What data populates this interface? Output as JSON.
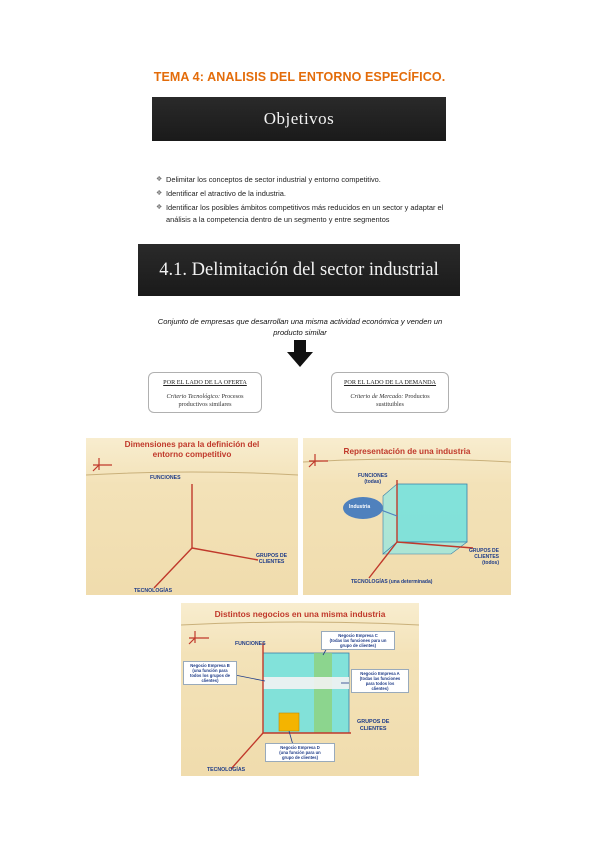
{
  "header": {
    "title": "TEMA 4: ANALISIS DEL ENTORNO ESPECÍFICO."
  },
  "objetivos": {
    "title": "Objetivos",
    "bullets": [
      "Delimitar los conceptos de sector industrial y entorno competitivo.",
      "Identificar el atractivo de la industria.",
      "Identificar los posibles ámbitos competitivos más reducidos en un sector y adaptar el análisis a la competencia dentro de un segmento y entre segmentos"
    ]
  },
  "section": {
    "title": "4.1. Delimitación del sector industrial",
    "definition": "Conjunto de empresas que desarrollan una misma actividad económica y venden un producto similar",
    "oferta": {
      "heading": "POR EL LADO DE LA OFERTA",
      "criterion": "Criterio Tecnológico:",
      "text": "Procesos productivos similares"
    },
    "demanda": {
      "heading": "POR EL LADO DE LA DEMANDA",
      "criterion": "Criterio de Mercado:",
      "text": "Productos sustituibles"
    }
  },
  "slide1": {
    "title_line1": "Dimensiones para la definición del",
    "title_line2": "entorno competitivo",
    "funciones": "FUNCIONES",
    "clientes_1": "GRUPOS DE",
    "clientes_2": "CLIENTES",
    "tecnologias": "TECNOLOGÍAS"
  },
  "slide2": {
    "title": "Representación de una industria",
    "funciones_1": "FUNCIONES",
    "funciones_2": "(todas)",
    "industria": "Industria",
    "clientes_1": "GRUPOS DE",
    "clientes_2": "CLIENTES",
    "clientes_3": "(todos)",
    "tecnologias": "TECNOLOGÍAS (una determinada)"
  },
  "slide3": {
    "title": "Distintos negocios en una misma industria",
    "funciones": "FUNCIONES",
    "empresa_c": [
      "Negocio Empresa C",
      "(todas las funciones para un",
      "grupo de clientes)"
    ],
    "empresa_b": [
      "Negocio Empresa B",
      "(una función para",
      "todos los grupos de",
      "clientes)"
    ],
    "empresa_a": [
      "Negocio Empresa A",
      "(todas las funciones",
      "para todos los",
      "clientes)"
    ],
    "empresa_d": [
      "Negocio Empresa D",
      "(una función para un",
      "grupo de clientes)"
    ],
    "clientes_1": "GRUPOS DE",
    "clientes_2": "CLIENTES",
    "tecnologias": "TECNOLOGÍAS"
  },
  "colors": {
    "title_orange": "#e36c0a",
    "slide_title_red": "#c0392b",
    "axis_red": "#c0392b",
    "label_blue": "#1f3c88",
    "cube_cyan": "#5ce1e6",
    "bubble_blue": "#4f81bd"
  }
}
